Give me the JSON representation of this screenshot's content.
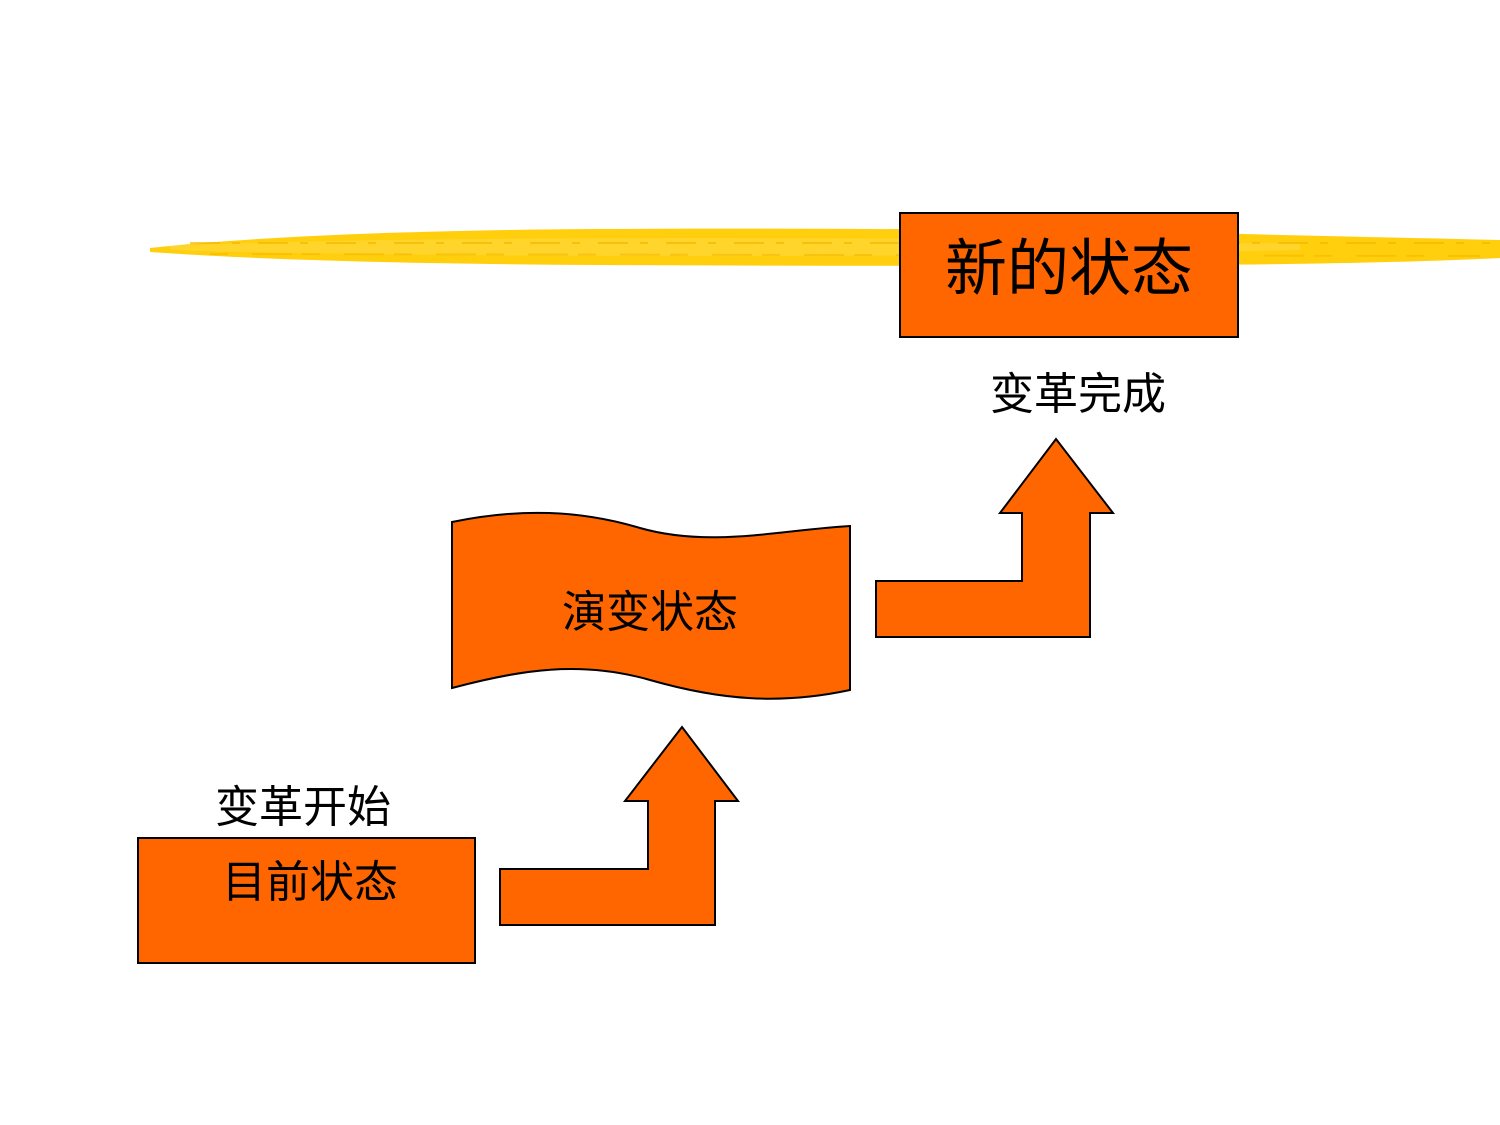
{
  "colors": {
    "shape_fill": "#FF6600",
    "shape_stroke": "#000000",
    "brush_stroke": "#FFCC00",
    "background": "#FFFFFF"
  },
  "stages": {
    "current": {
      "box_label": "目前状态",
      "caption": "变革开始"
    },
    "transition": {
      "box_label": "演变状态"
    },
    "new": {
      "box_label": "新的状态",
      "caption": "变革完成"
    }
  }
}
